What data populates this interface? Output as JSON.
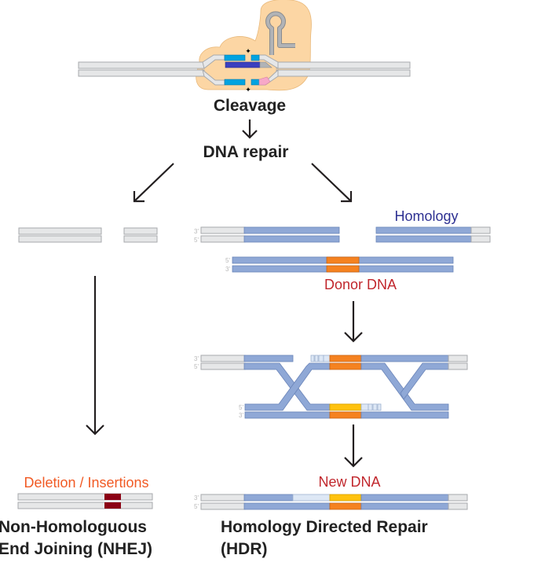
{
  "diagram": {
    "title_steps": {
      "cleavage": "Cleavage",
      "dna_repair": "DNA repair"
    },
    "labels": {
      "homology": "Homology",
      "donor_dna": "Donor DNA",
      "deletion_insertions": "Deletion / Insertions",
      "new_dna": "New DNA"
    },
    "pathways": {
      "nhej_line1": "Non-Homologuous",
      "nhej_line2": "End Joining (NHEJ)",
      "hdr_line1": "Homology Directed Repair",
      "hdr_line2": "(HDR)"
    },
    "strand_ends": {
      "three_prime": "3'",
      "five_prime": "5'"
    },
    "colors": {
      "cas9_body": "#fcd6a4",
      "guide_rna": "#b1b3b6",
      "target_dna": "#00a3e0",
      "guide_match": "#3b3fbf",
      "pam": "#f7a8c8",
      "homology_arm": "#8fa8d6",
      "donor_insert": "#f58220",
      "new_synth": "#ffc20e",
      "deletion_insertion": "#8b0015",
      "homology_label": "#2e3192",
      "donor_label": "#c1272d",
      "deletion_label": "#f15a24",
      "new_dna_label": "#c1272d"
    }
  }
}
